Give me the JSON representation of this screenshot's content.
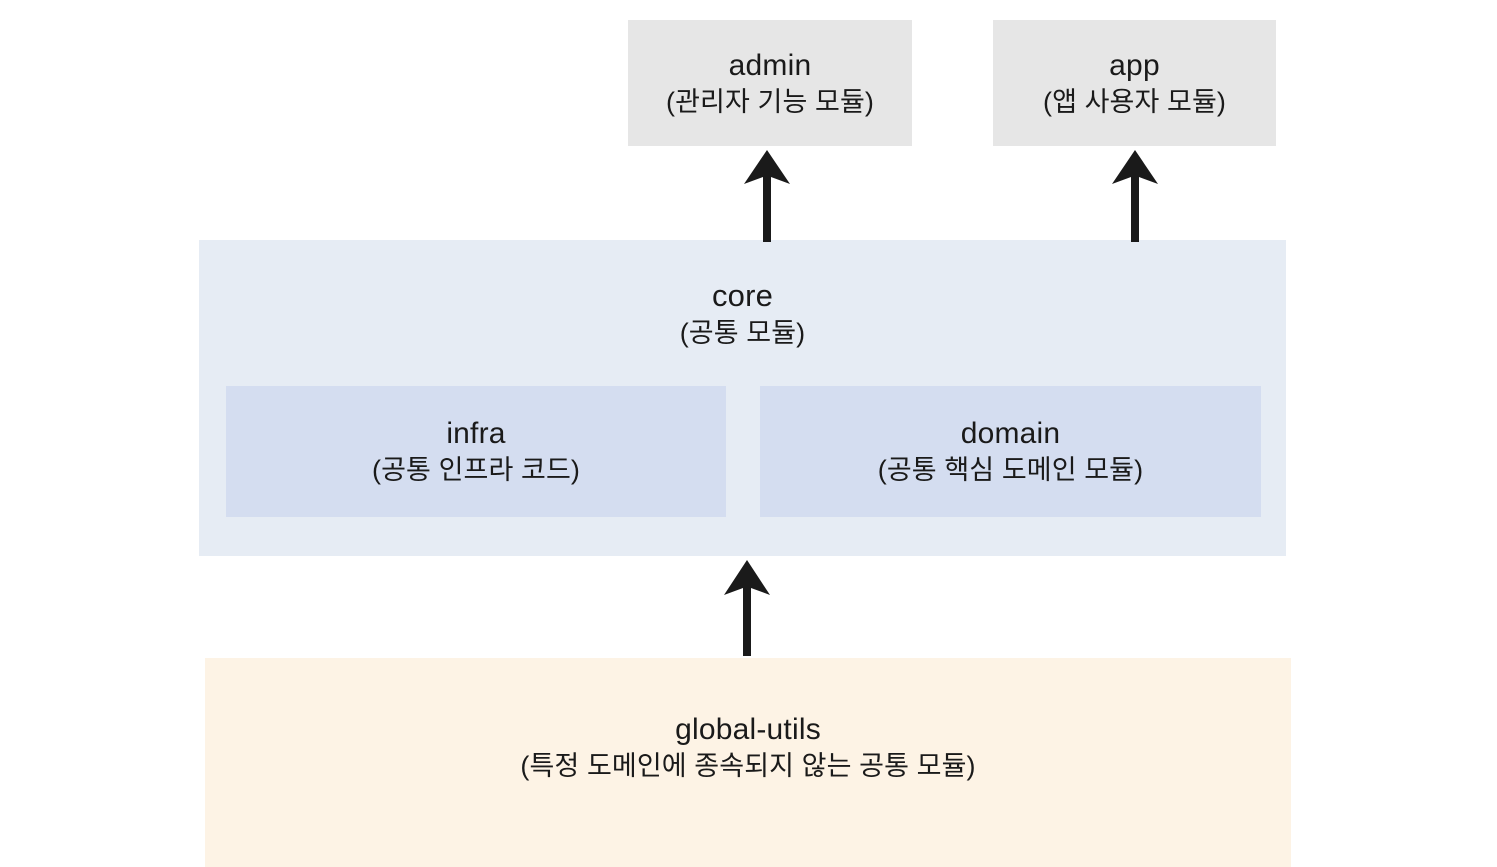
{
  "diagram": {
    "type": "layered-module-architecture",
    "background_color": "#ffffff",
    "nodes": [
      {
        "id": "admin",
        "title": "admin",
        "subtitle": "(관리자 기능 모듈)",
        "color": "#e6e6e6",
        "layer": "application"
      },
      {
        "id": "app",
        "title": "app",
        "subtitle": "(앱 사용자 모듈)",
        "color": "#e6e6e6",
        "layer": "application"
      },
      {
        "id": "core",
        "title": "core",
        "subtitle": "(공통 모듈)",
        "color": "#e6ecf4",
        "layer": "core"
      },
      {
        "id": "infra",
        "title": "infra",
        "subtitle": "(공통 인프라 코드)",
        "color": "#d4ddf0",
        "layer": "core-child"
      },
      {
        "id": "domain",
        "title": "domain",
        "subtitle": "(공통 핵심 도메인 모듈)",
        "color": "#d4ddf0",
        "layer": "core-child"
      },
      {
        "id": "global-utils",
        "title": "global-utils",
        "subtitle": "(특정 도메인에 종속되지 않는 공통 모듈)",
        "color": "#fdf3e5",
        "layer": "foundation"
      }
    ],
    "edges": [
      {
        "id": "core-to-admin",
        "from": "core",
        "to": "admin",
        "direction": "up",
        "style": "solid",
        "color": "#1a1a1a"
      },
      {
        "id": "core-to-app",
        "from": "core",
        "to": "app",
        "direction": "up",
        "style": "solid",
        "color": "#1a1a1a"
      },
      {
        "id": "global-utils-to-core",
        "from": "global-utils",
        "to": "core",
        "direction": "up",
        "style": "solid",
        "color": "#1a1a1a"
      }
    ]
  }
}
